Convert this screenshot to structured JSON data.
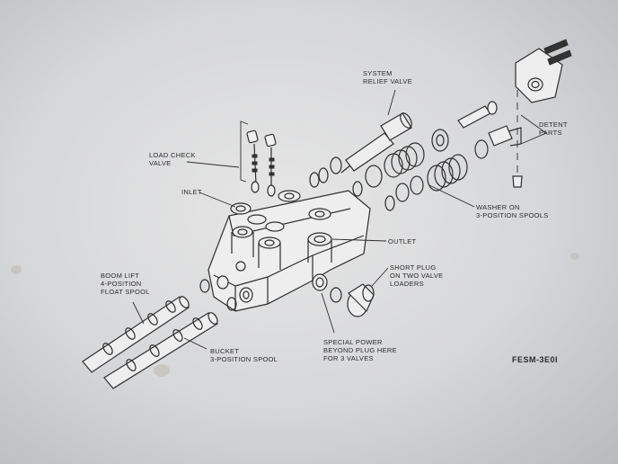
{
  "labels": {
    "system_relief_valve": "SYSTEM\nRELIEF VALVE",
    "load_check_valve": "LOAD CHECK\nVALVE",
    "detent_parts": "DETENT\nPARTS",
    "inlet": "INLET",
    "washer": "WASHER ON\n3-POSITION SPOOLS",
    "outlet": "OUTLET",
    "short_plug": "SHORT PLUG\nON TWO VALVE\nLOADERS",
    "boom_lift": "BOOM LIFT\n4-POSITION\nFLOAT SPOOL",
    "bucket": "BUCKET\n3-POSITION SPOOL",
    "special_power": "SPECIAL POWER\nBEYOND PLUG HERE\nFOR 3 VALVES",
    "figure_number": "FESM-3E0I"
  }
}
